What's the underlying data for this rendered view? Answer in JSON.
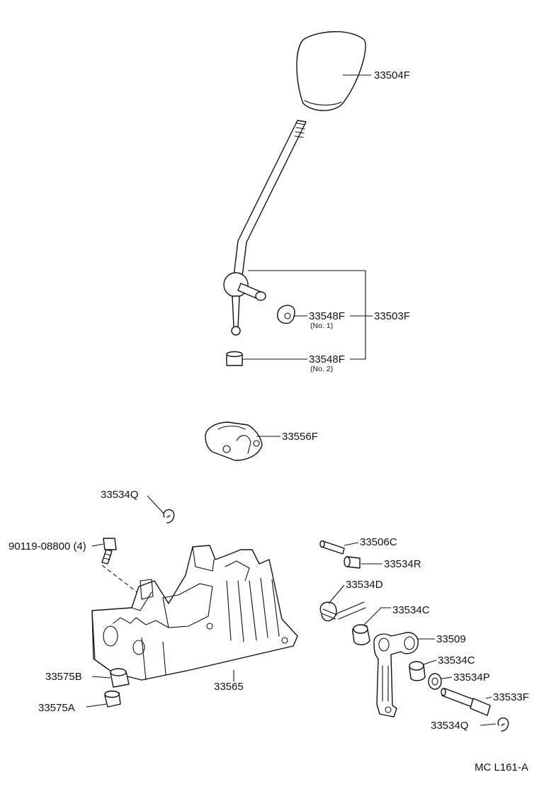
{
  "labels": {
    "knob": "33504F",
    "lever_assy": "33503F",
    "bushing_1": "33548F",
    "bushing_1_note": "(No. 1)",
    "bushing_2": "33548F",
    "bushing_2_note": "(No. 2)",
    "retainer": "33556F",
    "clip_upper": "33534Q",
    "bolt": "90119-08800 (4)",
    "pin": "33506C",
    "bushing_r": "33534R",
    "spring": "33534D",
    "collar_c_upper": "33534C",
    "lever_link": "33509",
    "collar_c_lower": "33534C",
    "washer_p": "33534P",
    "shaft": "33533F",
    "clip_lower": "33534Q",
    "housing": "33565",
    "bush_b": "33575B",
    "bush_a": "33575A",
    "figure_code": "MC L161-A"
  }
}
